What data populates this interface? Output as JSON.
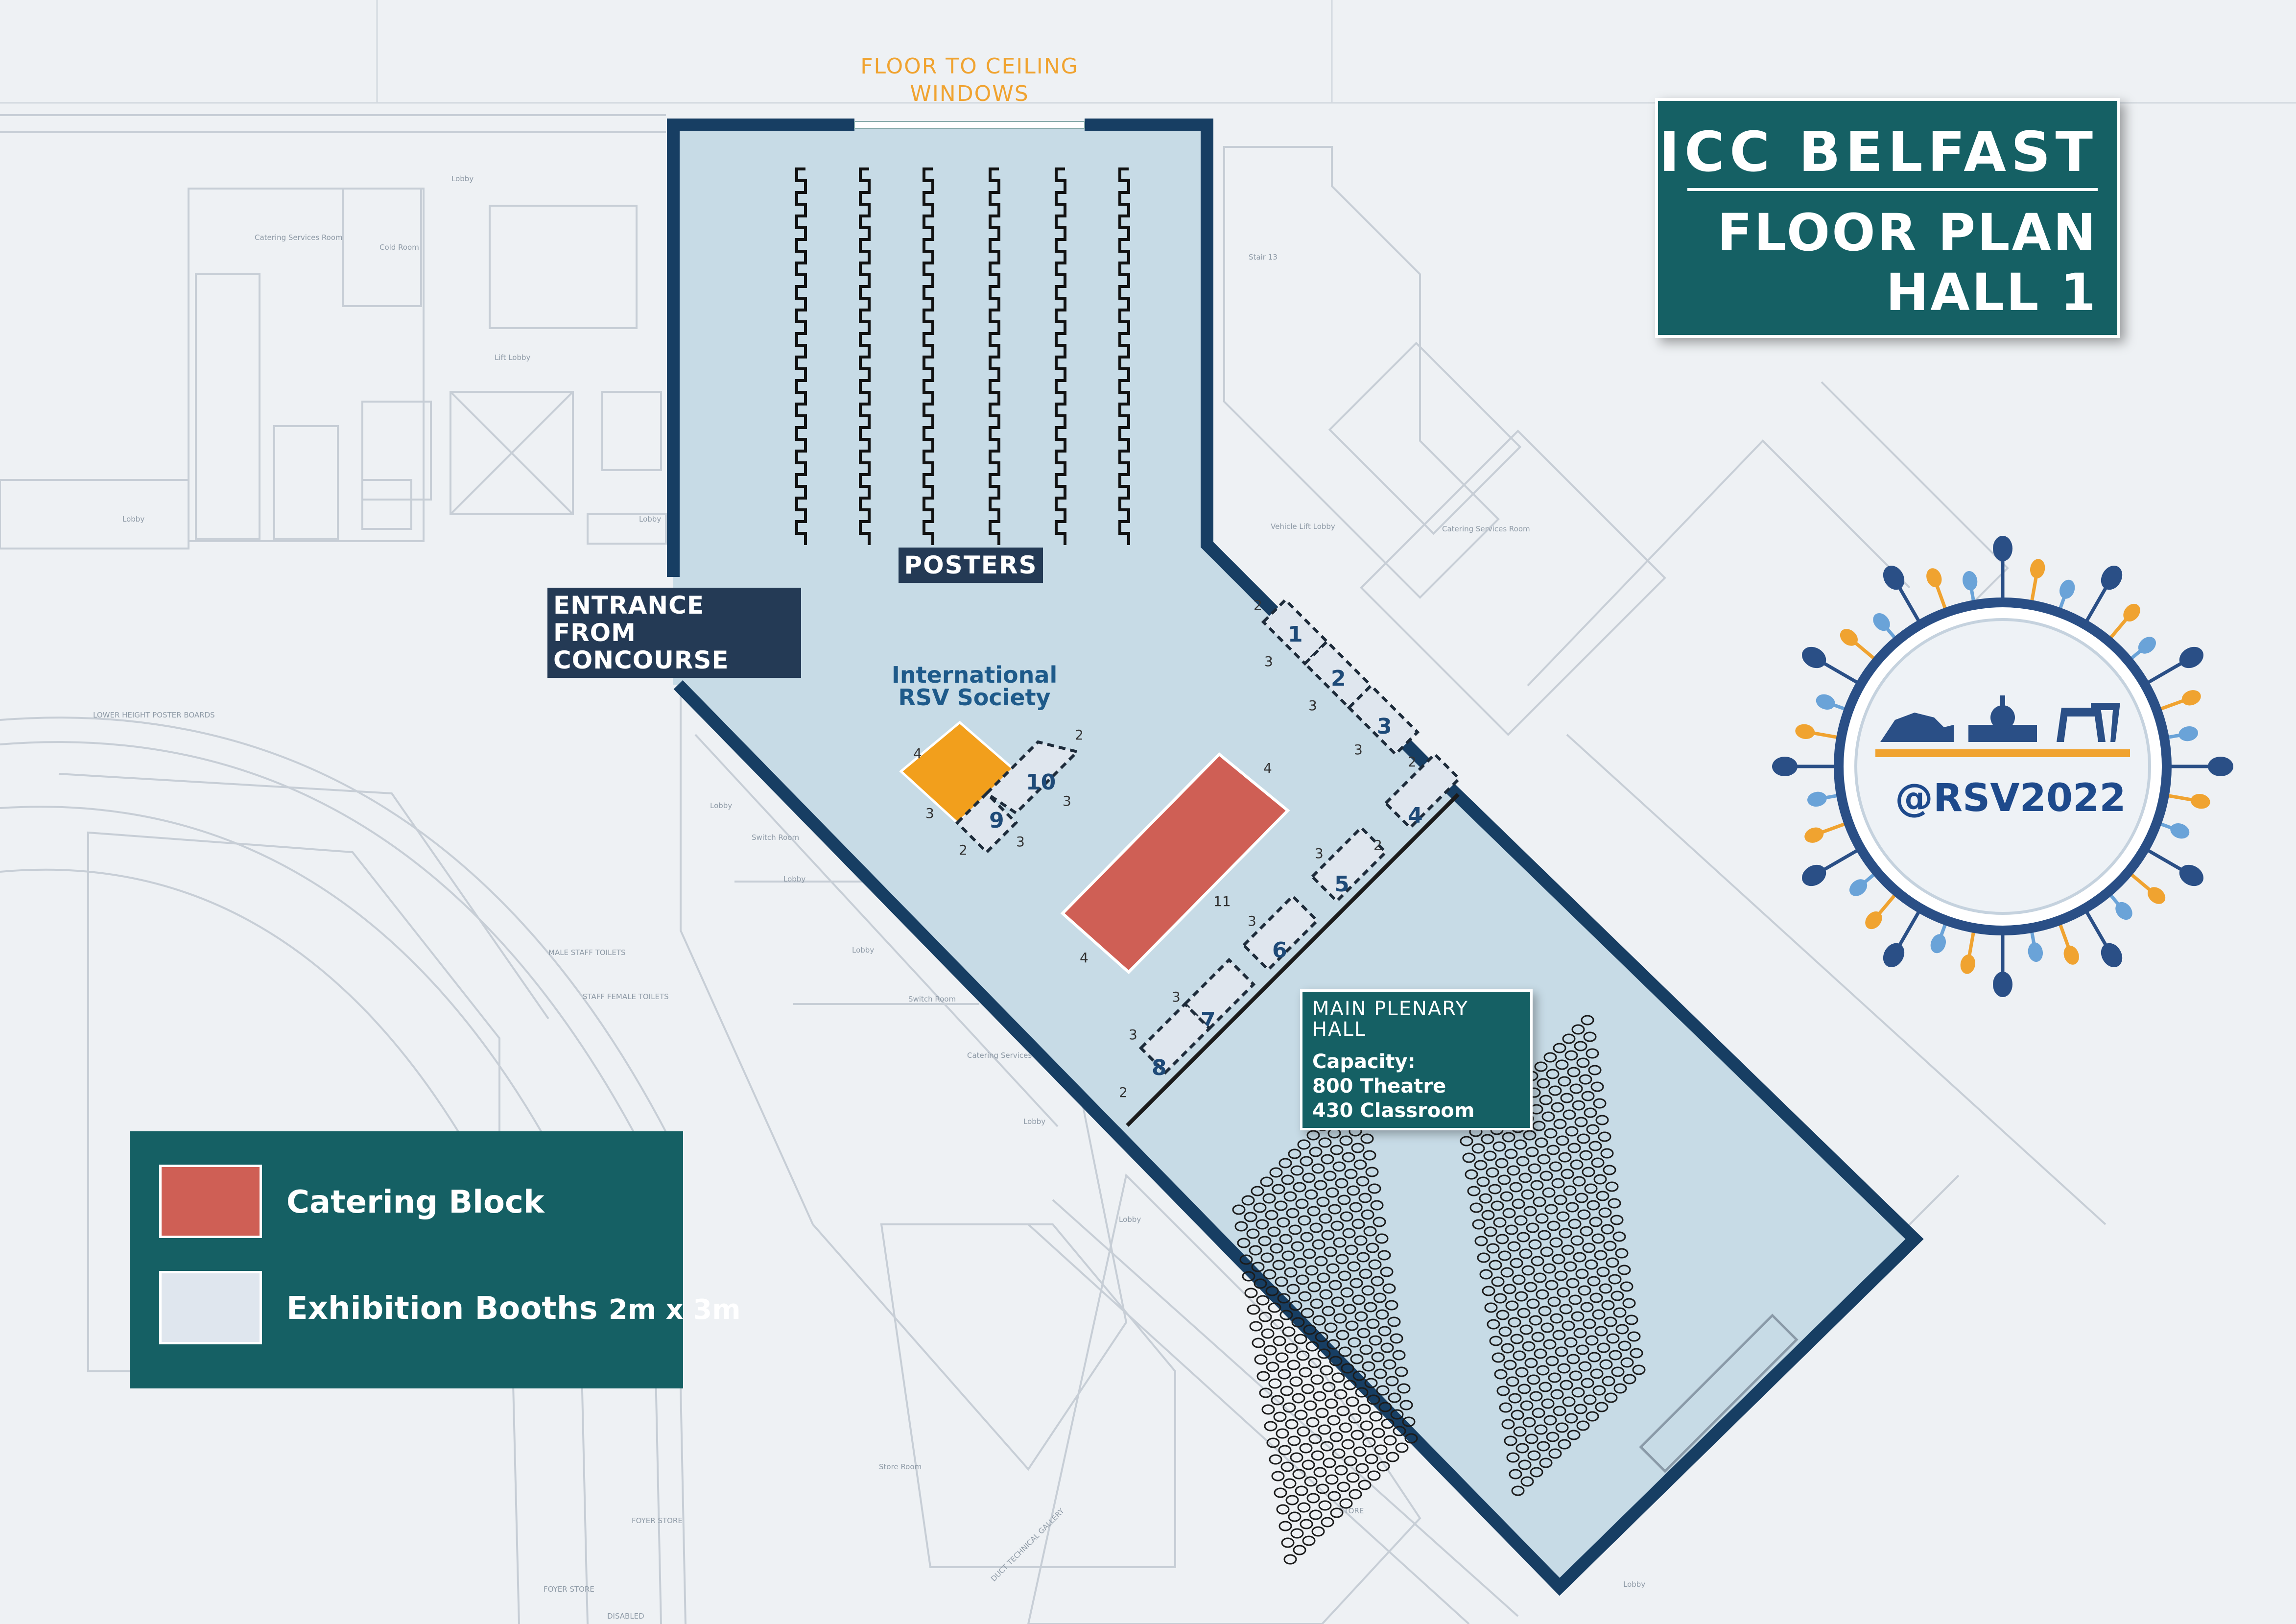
{
  "title": {
    "venue": "ICC BELFAST",
    "floor_plan": "FLOOR PLAN",
    "hall": "HALL 1"
  },
  "labels": {
    "windows": "FLOOR TO CEILING WINDOWS",
    "posters": "POSTERS",
    "entrance": "ENTRANCE FROM CONCOURSE",
    "society": "International RSV Society"
  },
  "hall_info": {
    "name": "MAIN PLENARY HALL",
    "capacity_label": "Capacity:",
    "theatre": "800 Theatre",
    "classroom": "430 Classroom"
  },
  "legend": {
    "catering": "Catering Block",
    "booths": "Exhibition Booths",
    "booth_size": "2m x 3m",
    "catering_color": "#cf5f55",
    "booth_color": "#dfe6ee"
  },
  "logo": {
    "handle": "@RSV2022"
  },
  "booths": [
    {
      "number": "1"
    },
    {
      "number": "2"
    },
    {
      "number": "3"
    },
    {
      "number": "4"
    },
    {
      "number": "5"
    },
    {
      "number": "6"
    },
    {
      "number": "7"
    },
    {
      "number": "8"
    },
    {
      "number": "9"
    },
    {
      "number": "10"
    }
  ],
  "dimension_marks": {
    "two": "2",
    "three": "3",
    "four": "4",
    "eleven": "11"
  },
  "background_labels": {
    "lobby": "Lobby",
    "catering_room": "Catering Services Room",
    "cold_room": "Cold Room",
    "lift_lobby": "Lift Lobby",
    "stair": "Stair 13",
    "vehicle_lift": "Vehicle Lift Lobby",
    "poster_boards": "LOWER HEIGHT POSTER BOARDS",
    "switch_room": "Switch Room",
    "staff_toilets": "MALE STAFF TOILETS",
    "female_toilets": "STAFF FEMALE TOILETS",
    "store": "STORE",
    "store_room": "Store Room",
    "foyer_store": "FOYER STORE",
    "disabled": "DISABLED",
    "duct": "DUCT TECHNICAL GALLERY"
  },
  "colors": {
    "hall_fill": "#c7dbe6",
    "wall": "#173e63",
    "panel": "#156064",
    "catering": "#cf5f55",
    "society_booth": "#f29f1c",
    "accent_orange": "#f0a330"
  }
}
